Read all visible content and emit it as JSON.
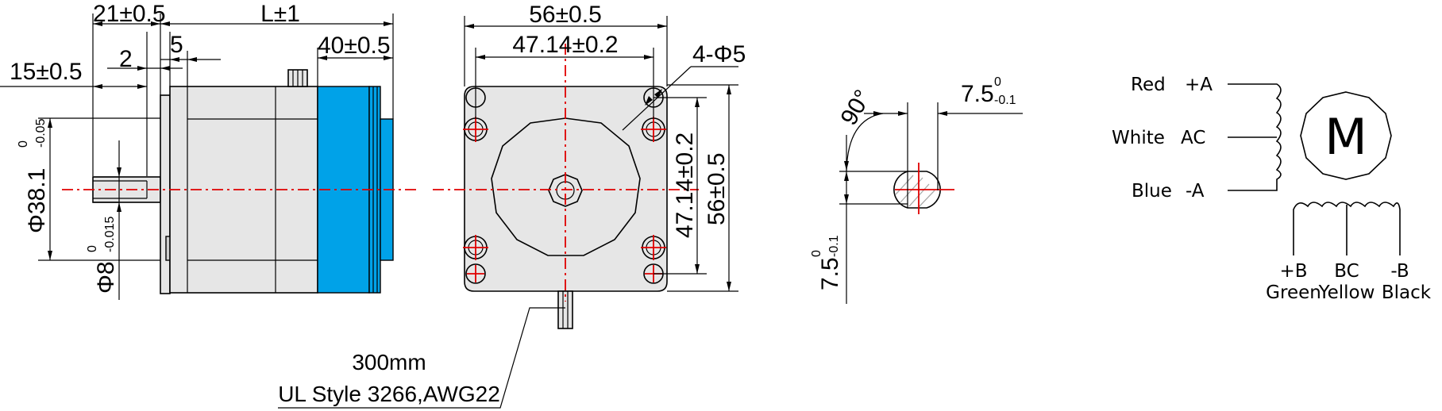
{
  "side_view": {
    "dim_21": "21±0.5",
    "dim_L": "L±1",
    "dim_2": "2",
    "dim_5": "5",
    "dim_40": "40±0.5",
    "dim_15": "15±0.5",
    "dim_dia_body": "Φ38.1",
    "dim_dia_body_upper": "0",
    "dim_dia_body_lower": "-0.05",
    "dim_dia_shaft": "Φ8",
    "dim_dia_shaft_upper": "0",
    "dim_dia_shaft_lower": "-0.015"
  },
  "front_view": {
    "dim_56_w": "56±0.5",
    "dim_47_w": "47.14±0.2",
    "dim_holes": "4-Φ5",
    "dim_47_h": "47.14±0.2",
    "dim_56_h": "56±0.5"
  },
  "shaft_detail": {
    "dim_flat": "7.5",
    "dim_flat_upper": "0",
    "dim_flat_lower": "-0.1",
    "dim_angle": "90°",
    "dim_flat_v": "7.5",
    "dim_flat_v_upper": "0",
    "dim_flat_v_lower": "-0.1"
  },
  "cable": {
    "length": "300mm",
    "spec": "UL Style 3266,AWG22"
  },
  "wiring": {
    "motor_symbol": "M",
    "coil_a": [
      {
        "color": "Red",
        "signal": "+A"
      },
      {
        "color": "White",
        "signal": "AC"
      },
      {
        "color": "Blue",
        "signal": "-A"
      }
    ],
    "coil_b": [
      {
        "signal": "+B",
        "color": "Green"
      },
      {
        "signal": "BC",
        "color": "Yellow"
      },
      {
        "signal": "-B",
        "color": "Black"
      }
    ]
  },
  "colors": {
    "housing": "#e6e6e6",
    "encoder": "#00a2e8",
    "centerline": "#e00000"
  }
}
